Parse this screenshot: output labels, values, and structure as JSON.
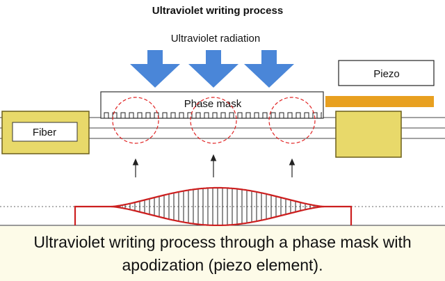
{
  "diagram": {
    "title": "Ultraviolet writing process",
    "uv_label": "Ultraviolet radiation",
    "phase_mask_label": "Phase mask",
    "fiber_label": "Fiber",
    "piezo_label": "Piezo"
  },
  "caption": {
    "line1": "Ultraviolet writing process through a phase mask with",
    "line2": "apodization (piezo element)."
  },
  "colors": {
    "uv_arrow": "#4a86d8",
    "fiber_block": "#e8d96a",
    "fiber_block_border": "#6b5e1a",
    "piezo_bar": "#e8a020",
    "focus_circle": "#e02020",
    "envelope": "#cc1f1f",
    "caption_bg": "#fdfbe8"
  }
}
